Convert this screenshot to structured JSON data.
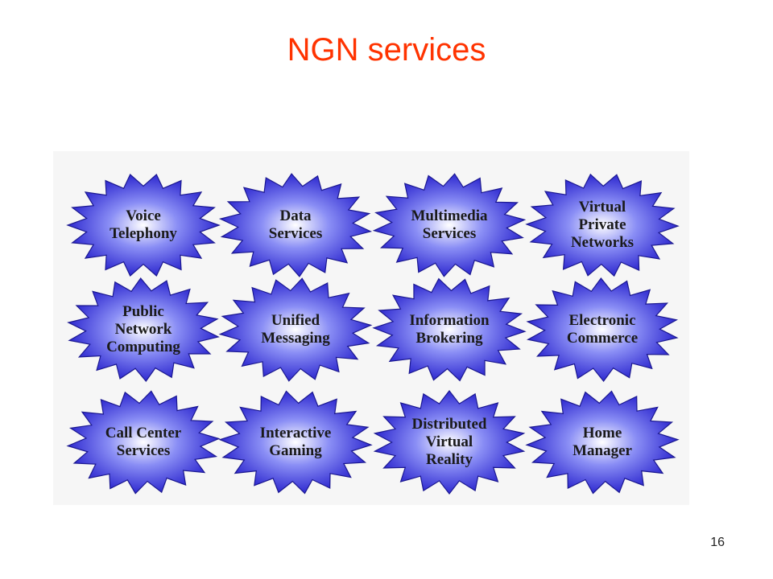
{
  "slide": {
    "title": "NGN services",
    "page_number": "16"
  },
  "colors": {
    "title": "#ff3300",
    "burst_core": "#ffffff",
    "burst_mid": "#8a8ef5",
    "burst_edge": "#2f2ad0",
    "burst_outline": "#1b1890"
  },
  "services": [
    {
      "label": "Voice\nTelephony"
    },
    {
      "label": "Data\nServices"
    },
    {
      "label": "Multimedia\nServices"
    },
    {
      "label": "Virtual\nPrivate\nNetworks"
    },
    {
      "label": "Public\nNetwork\nComputing"
    },
    {
      "label": "Unified\nMessaging"
    },
    {
      "label": "Information\nBrokering"
    },
    {
      "label": "Electronic\nCommerce"
    },
    {
      "label": "Call Center\nServices"
    },
    {
      "label": "Interactive\nGaming"
    },
    {
      "label": "Distributed\nVirtual\nReality"
    },
    {
      "label": "Home\nManager"
    }
  ]
}
